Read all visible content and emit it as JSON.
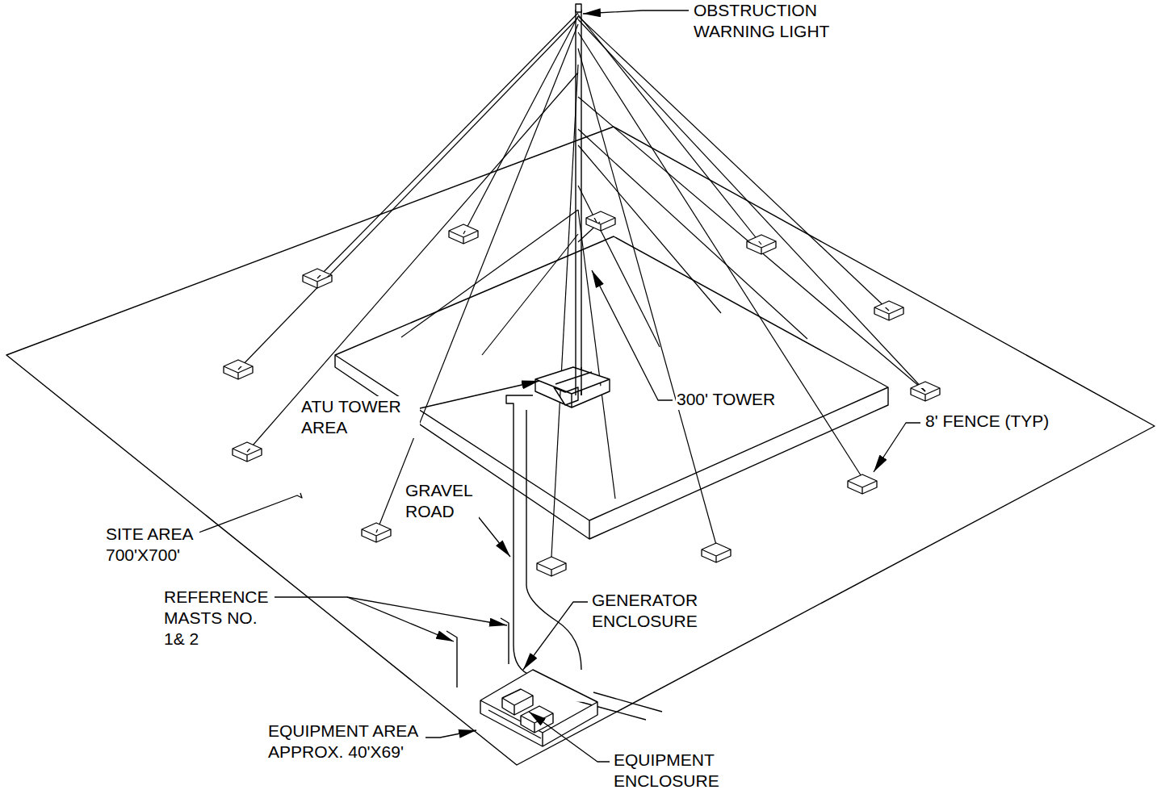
{
  "diagram": {
    "labels": [
      "OBSTRUCTION WARNING LIGHT",
      "ATU TOWER AREA",
      "300' TOWER",
      "8' FENCE (TYP)",
      "GRAVEL ROAD",
      "SITE AREA 700'X700'",
      "REFERENCE MASTS NO. 1& 2",
      "GENERATOR ENCLOSURE",
      "EQUIPMENT AREA APPROX. 40'X69'",
      "EQUIPMENT ENCLOSURE"
    ]
  }
}
